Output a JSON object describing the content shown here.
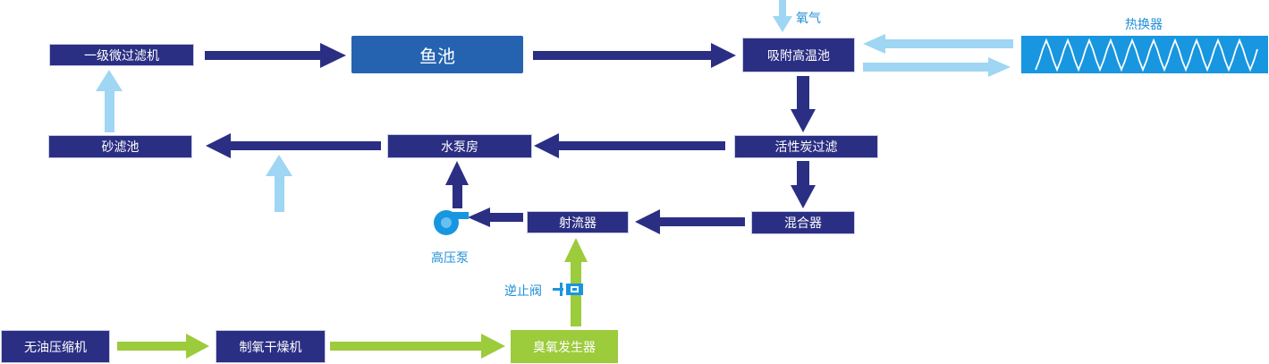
{
  "nodes": {
    "micro_filter": "一级微过滤机",
    "fish_pond": "鱼池",
    "adsorption_pool": "吸附高温池",
    "sand_filter": "砂滤池",
    "pump_house": "水泵房",
    "carbon_filter": "活性炭过滤",
    "mixer": "混合器",
    "ejector": "射流器",
    "compressor": "无油压缩机",
    "oxygen_dryer": "制氧干燥机",
    "ozone_generator": "臭氧发生器"
  },
  "labels": {
    "oxygen": "氧气",
    "heat_exchanger": "热换器",
    "high_pressure_pump": "高压泵",
    "check_valve": "逆止阀"
  },
  "colors": {
    "main_flow": "#2b2f83",
    "light_flow": "#9fd6f3",
    "ozone_flow": "#9ccb3b",
    "accent": "#1896e0"
  }
}
